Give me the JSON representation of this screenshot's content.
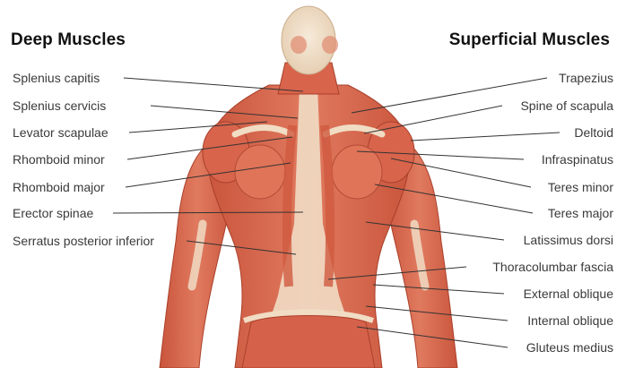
{
  "headings": {
    "deep": "Deep Muscles",
    "superficial": "Superficial Muscles"
  },
  "deep_labels": [
    "Splenius capitis",
    "Splenius cervicis",
    "Levator scapulae",
    "Rhomboid minor",
    "Rhomboid major",
    "Erector spinae",
    "Serratus posterior inferior"
  ],
  "superficial_labels": [
    "Trapezius",
    "Spine of scapula",
    "Deltoid",
    "Infraspinatus",
    "Teres minor",
    "Teres major",
    "Latissimus dorsi",
    "Thoracolumbar fascia",
    "External oblique",
    "Internal oblique",
    "Gluteus medius"
  ],
  "colors": {
    "muscle": "#d9634a",
    "muscle_dark": "#b8432e",
    "tendon": "#f1dcc4",
    "bone": "#f3e6d2",
    "leader_line": "#333333"
  }
}
